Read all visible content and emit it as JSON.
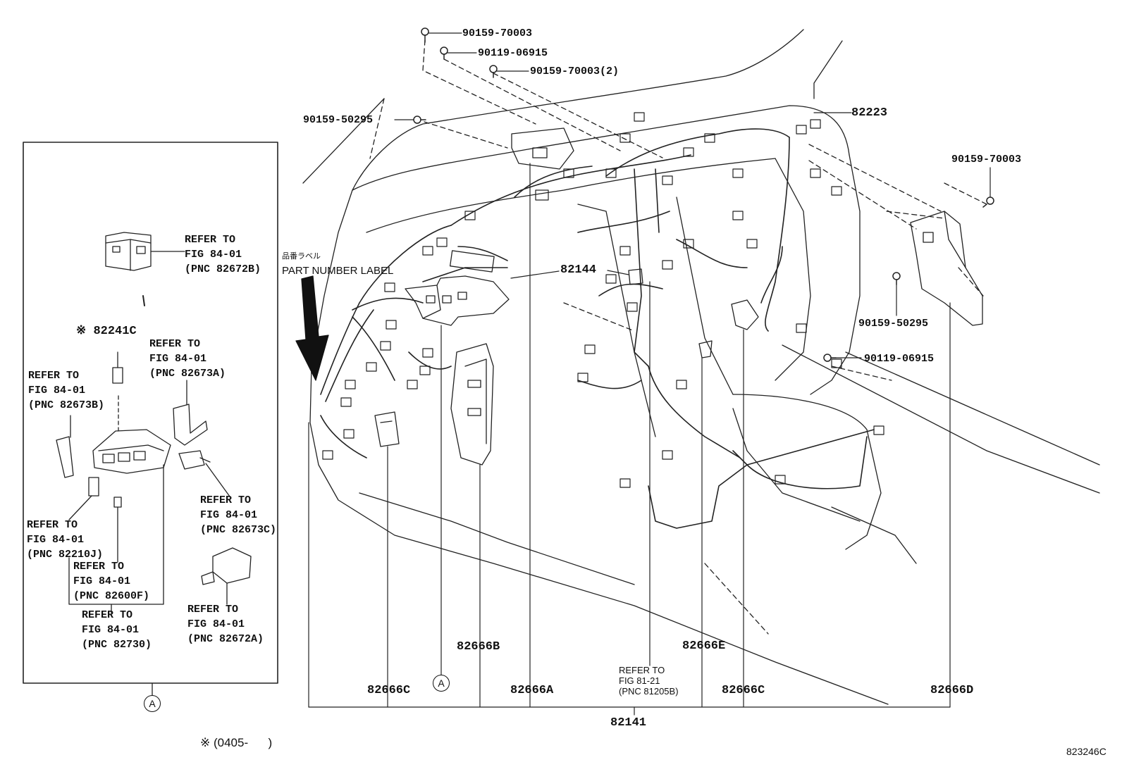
{
  "inset": {
    "circle_label": "A",
    "ref_82672B": {
      "l1": "REFER TO",
      "l2": "FIG 84-01",
      "l3": "(PNC 82672B)"
    },
    "part_82241C": "※ 82241C",
    "ref_82673A": {
      "l1": "REFER TO",
      "l2": "FIG 84-01",
      "l3": "(PNC 82673A)"
    },
    "ref_82673B": {
      "l1": "REFER TO",
      "l2": "FIG 84-01",
      "l3": "(PNC 82673B)"
    },
    "ref_82673C": {
      "l1": "REFER TO",
      "l2": "FIG 84-01",
      "l3": "(PNC 82673C)"
    },
    "ref_82210J": {
      "l1": "REFER TO",
      "l2": "FIG 84-01",
      "l3": "(PNC 82210J)"
    },
    "ref_82600F": {
      "l1": "REFER TO",
      "l2": "FIG 84-01",
      "l3": "(PNC 82600F)"
    },
    "ref_82730": {
      "l1": "REFER TO",
      "l2": "FIG 84-01",
      "l3": "(PNC 82730)"
    },
    "ref_82672A": {
      "l1": "REFER TO",
      "l2": "FIG 84-01",
      "l3": "(PNC 82672A)"
    }
  },
  "footnote": "※ (0405-      )",
  "main": {
    "p_90159_70003_top": "90159-70003",
    "p_90119_06915_top": "90119-06915",
    "p_90159_70003_2": "90159-70003(2)",
    "p_90159_50295_left": "90159-50295",
    "p_82223": "82223",
    "p_90159_70003_right": "90159-70003",
    "label_jp": "品番ラベル",
    "label_en": "PART NUMBER LABEL",
    "p_82144": "82144",
    "p_90159_50295_right": "90159-50295",
    "p_90119_06915_right": "90119-06915",
    "p_82666B": "82666B",
    "p_82666E": "82666E",
    "ref_81205B": {
      "l1": "REFER TO",
      "l2": "FIG 81-21",
      "l3": "(PNC 81205B)"
    },
    "p_82666C_left": "82666C",
    "circle_A": "A",
    "p_82666A": "82666A",
    "p_82666C_right": "82666C",
    "p_82666D": "82666D",
    "p_82141": "82141"
  },
  "illustration_code": "823246C"
}
